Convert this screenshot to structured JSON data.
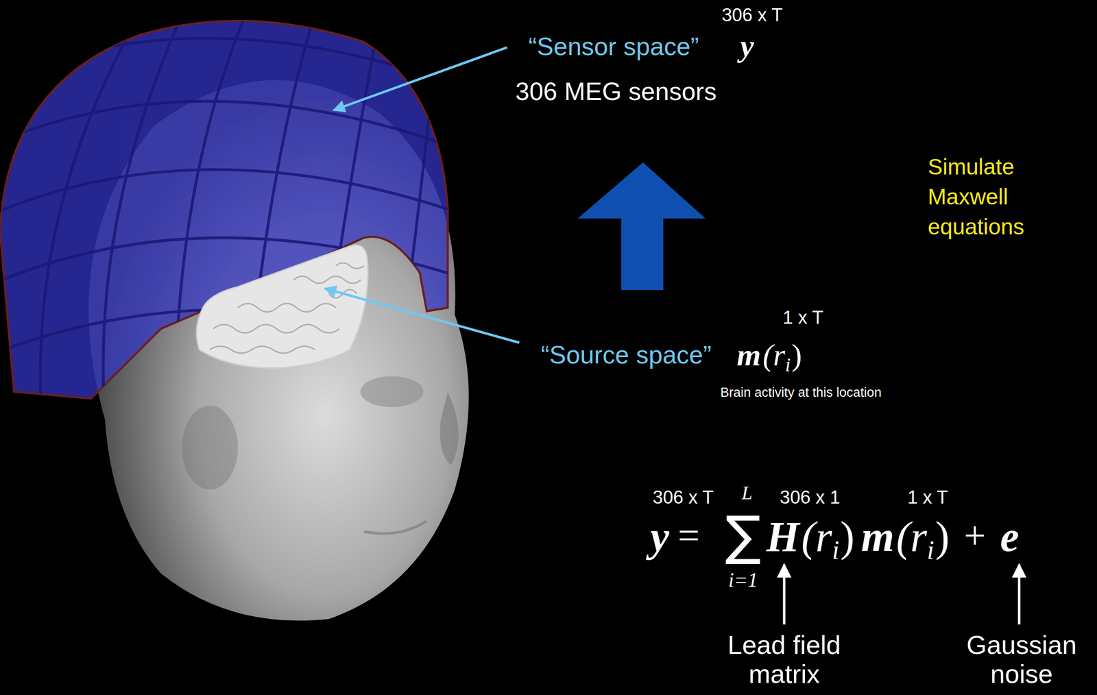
{
  "diagram": {
    "labels": [
      "306 x T",
      "“Sensor space”",
      "y",
      "306 MEG sensors",
      "Simulate Maxwell equations",
      "1 x T",
      "“Source space”",
      "m",
      "(r",
      "i",
      ")",
      "Brain activity at this location",
      "306 x T",
      "L",
      "306 x 1",
      "1 x T",
      "y",
      "=",
      "∑",
      "i=1",
      "H",
      "(r",
      "i",
      ")",
      "m",
      "(r",
      "i",
      ")",
      "+",
      "e",
      "Lead field matrix",
      "Gaussian noise"
    ]
  }
}
